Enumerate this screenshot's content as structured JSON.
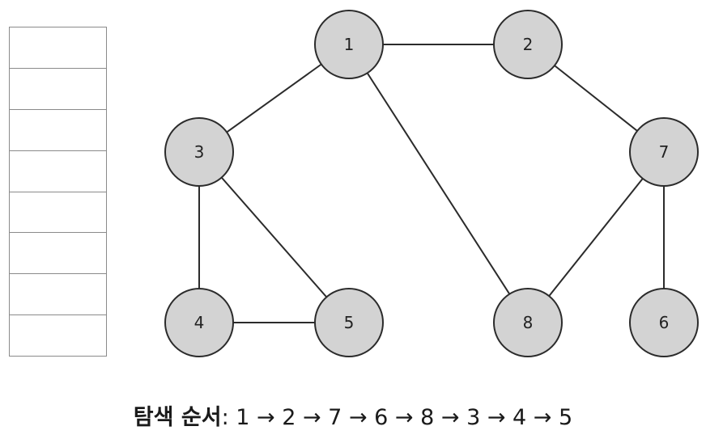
{
  "stack": {
    "cells": [
      "",
      "",
      "",
      "",
      "",
      "",
      "",
      ""
    ]
  },
  "graph": {
    "nodes": [
      {
        "id": "1",
        "label": "1"
      },
      {
        "id": "2",
        "label": "2"
      },
      {
        "id": "3",
        "label": "3"
      },
      {
        "id": "7",
        "label": "7"
      },
      {
        "id": "4",
        "label": "4"
      },
      {
        "id": "5",
        "label": "5"
      },
      {
        "id": "8",
        "label": "8"
      },
      {
        "id": "6",
        "label": "6"
      }
    ],
    "edges": [
      [
        "1",
        "2"
      ],
      [
        "1",
        "3"
      ],
      [
        "1",
        "8"
      ],
      [
        "2",
        "7"
      ],
      [
        "3",
        "4"
      ],
      [
        "3",
        "5"
      ],
      [
        "4",
        "5"
      ],
      [
        "7",
        "8"
      ],
      [
        "7",
        "6"
      ]
    ],
    "node_fill": "#d3d3d3",
    "stroke_color": "#2b2b2b"
  },
  "traversal": {
    "label": "탐색 순서",
    "sequence": "1 → 2 → 7 → 6 → 8 → 3 → 4 → 5"
  }
}
